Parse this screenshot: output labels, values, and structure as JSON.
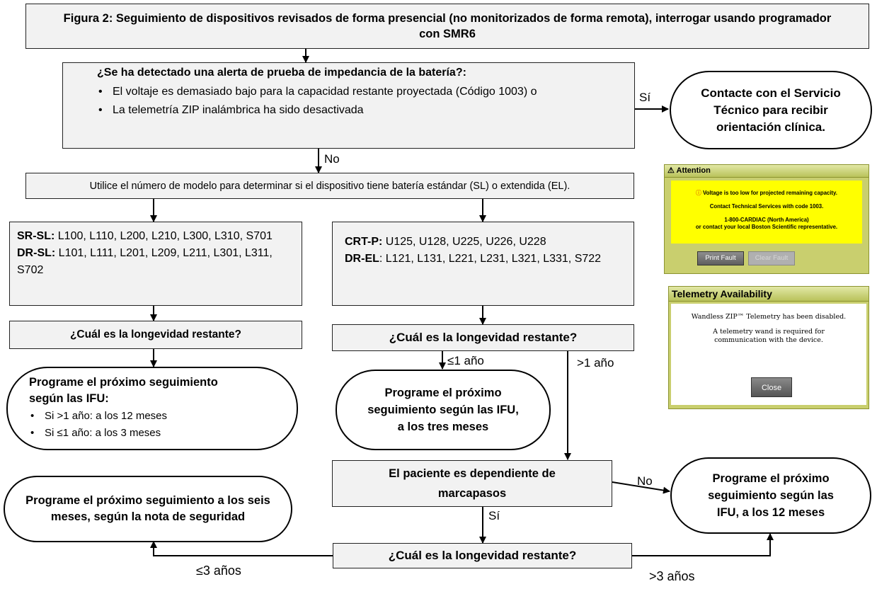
{
  "title": "Figura 2: Seguimiento de dispositivos revisados de forma presencial (no monitorizados de forma remota), interrogar usando programador con SMR6",
  "q1": {
    "question": "¿Se ha detectado una alerta de prueba de impedancia de la batería?:",
    "bullets": [
      "El voltaje es demasiado bajo para la capacidad restante proyectada (Código 1003) o",
      "La telemetría ZIP inalámbrica ha sido desactivada"
    ],
    "yes_label": "Sí",
    "no_label": "No"
  },
  "contact": "Contacte con el Servicio Técnico para recibir orientación clínica.",
  "model_step": "Utilice el número de modelo para determinar si el dispositivo tiene batería estándar (SL) o extendida (EL).",
  "sl_box": {
    "sr_label": "SR-SL:",
    "sr_models": " L100, L110, L200, L210, L300, L310, S701",
    "dr_label": "DR-SL:",
    "dr_models": " L101, L111, L201, L209, L211, L301, L311, S702"
  },
  "el_box": {
    "crt_label": "CRT-P:",
    "crt_models": " U125, U128, U225, U226, U228",
    "dr_label": "DR-EL",
    "dr_models": ": L121, L131, L221, L231, L321, L331, S722"
  },
  "longevity_q": "¿Cuál es la longevidad restante?",
  "left_result": {
    "title": "Programe el próximo seguimiento según las IFU:",
    "bullets": [
      "Si  >1 año: a los 12 meses",
      "Si ≤1 año: a los 3 meses"
    ]
  },
  "le1_label": "≤1 año",
  "gt1_label": ">1 año",
  "three_months": "Programe el próximo seguimiento según las IFU, a los tres meses",
  "dependent_q": "El paciente es dependiente de marcapasos",
  "dep_no_label": "No",
  "dep_yes_label": "Sí",
  "twelve_months": "Programe el próximo seguimiento según las IFU, a los 12 meses",
  "six_months": "Programe el próximo seguimiento a los seis meses, según la nota de seguridad",
  "le3_label": "≤3 años",
  "gt3_label": ">3 años",
  "attention_screen": {
    "title": "Attention",
    "line1": "Voltage is too low for projected remaining capacity.",
    "line2": "Contact Technical Services with code 1003.",
    "line3": "1-800-CARDIAC (North America)",
    "line4": "or contact your local Boston Scientific representative.",
    "print_btn": "Print Fault",
    "clear_btn": "Clear Fault"
  },
  "telemetry_screen": {
    "title": "Telemetry Availability",
    "line1": "Wandless ZIP™ Telemetry has been disabled.",
    "line2": "A telemetry wand is required for communication with the device.",
    "close_btn": "Close"
  },
  "colors": {
    "box_fill": "#f2f2f2",
    "screen_green": "#c9cf6e",
    "alert_yellow": "#ffff00"
  }
}
